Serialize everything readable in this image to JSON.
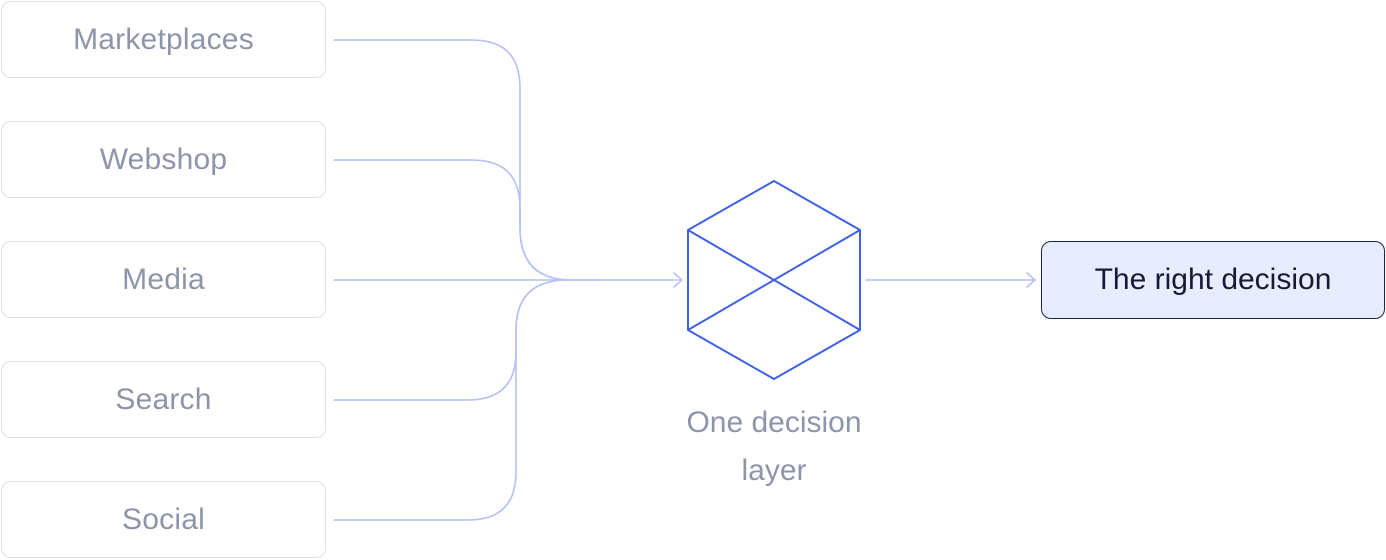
{
  "sources": [
    {
      "label": "Marketplaces"
    },
    {
      "label": "Webshop"
    },
    {
      "label": "Media"
    },
    {
      "label": "Search"
    },
    {
      "label": "Social"
    }
  ],
  "decision_layer": {
    "label_line1": "One decision",
    "label_line2": "layer",
    "icon": "hexagon-cube-icon"
  },
  "result": {
    "label": "The right decision"
  },
  "colors": {
    "connector": "#b4c1f2",
    "hexagon": "#3f60e4",
    "source_border": "#dcdee9",
    "source_text": "#8e94aa",
    "result_fill": "#e8ecfc",
    "result_border": "#1b2353",
    "result_text": "#141a38"
  }
}
